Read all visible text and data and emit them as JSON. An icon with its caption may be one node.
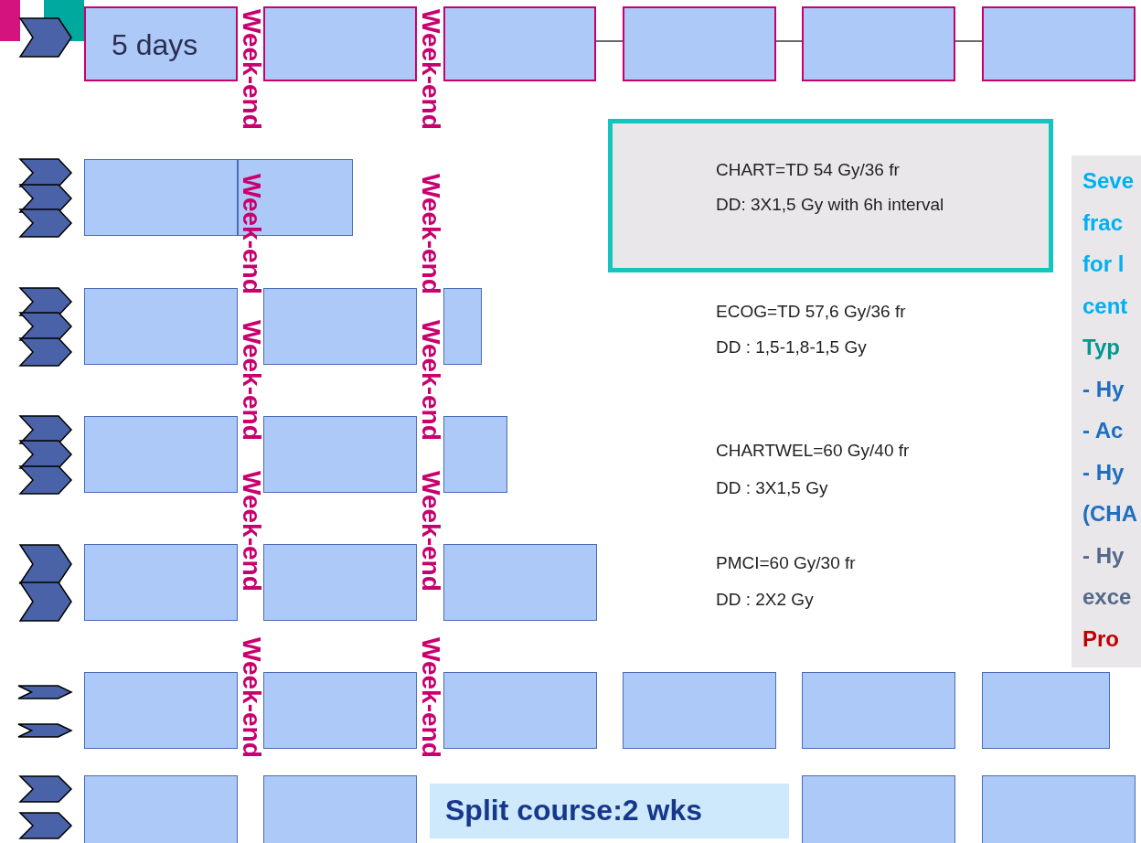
{
  "diagram": {
    "nodes": [
      {
        "text": [
          "5 days"
        ]
      },
      {
        "text": [],
        "shape": "box"
      },
      {
        "text": [],
        "shape": "box"
      },
      {
        "text": [],
        "shape": "box"
      },
      {
        "text": [],
        "shape": "box"
      },
      {
        "text": [],
        "shape": "box"
      },
      {
        "text": [
          "CHART=TD 54 Gy/36 fr",
          "DD: 3X1,5 Gy with 6h interval"
        ]
      },
      {
        "text": [
          "Seve",
          "frac",
          "for l",
          "cent",
          "Typ",
          "- Hy",
          "- Ac",
          "- Hy",
          "(CHA",
          "- Hy",
          "exce",
          "Pro"
        ]
      },
      {
        "text": [],
        "shape": "box"
      },
      {
        "text": [],
        "shape": "box"
      },
      {
        "text": [],
        "shape": "box"
      },
      {
        "text": [],
        "shape": "box"
      },
      {
        "text": [],
        "shape": "box"
      },
      {
        "text": [],
        "shape": "box"
      },
      {
        "text": [],
        "shape": "box"
      },
      {
        "text": [],
        "shape": "box"
      },
      {
        "text": [],
        "shape": "box"
      },
      {
        "text": [],
        "shape": "box"
      },
      {
        "text": [],
        "shape": "box"
      },
      {
        "text": [],
        "shape": "box"
      },
      {
        "text": [],
        "shape": "box"
      },
      {
        "text": [],
        "shape": "box"
      },
      {
        "text": [],
        "shape": "box"
      },
      {
        "text": [],
        "shape": "box"
      },
      {
        "text": [],
        "shape": "box"
      },
      {
        "text": [],
        "shape": "box"
      },
      {
        "text": [],
        "shape": "box"
      },
      {
        "text": [
          "Split course:2 wks"
        ]
      },
      {
        "text": [],
        "shape": "box"
      },
      {
        "text": [],
        "shape": "box"
      }
    ],
    "edges": [
      {
        "from": 2,
        "to": 3,
        "arrow": "none"
      },
      {
        "from": 3,
        "to": 4,
        "arrow": "none"
      },
      {
        "from": 4,
        "to": 5,
        "arrow": "none"
      }
    ],
    "labels": [
      "Week-end",
      "Week-end",
      "Week-end",
      "Week-end",
      "ECOG=TD 57,6 Gy/36 fr",
      "DD : 1,5-1,8-1,5 Gy",
      "Week-end",
      "Week-end",
      "CHARTWEL=60 Gy/40 fr",
      "DD : 3X1,5 Gy",
      "Week-end",
      "Week-end",
      "PMCI=60 Gy/30 fr",
      "DD : 2X2 Gy",
      "Week-end",
      "Week-end"
    ]
  }
}
